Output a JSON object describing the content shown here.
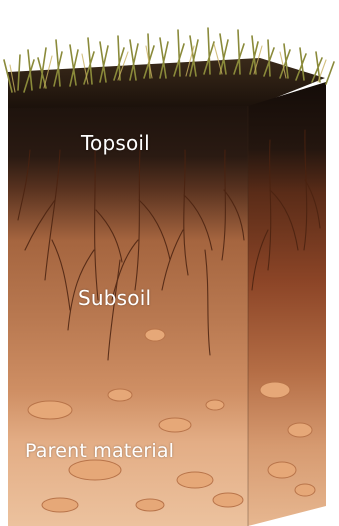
{
  "labels": {
    "topsoil": "Topsoil",
    "subsoil": "Subsoil",
    "parent_material": "Parent material"
  },
  "colors": {
    "grass": "#8a8a3a",
    "topsoil": "#2a1a12",
    "subsoil": "#b0704a",
    "parent_material": "#e3b088",
    "roots": "#4a2210",
    "label_text": "#ffffff"
  }
}
